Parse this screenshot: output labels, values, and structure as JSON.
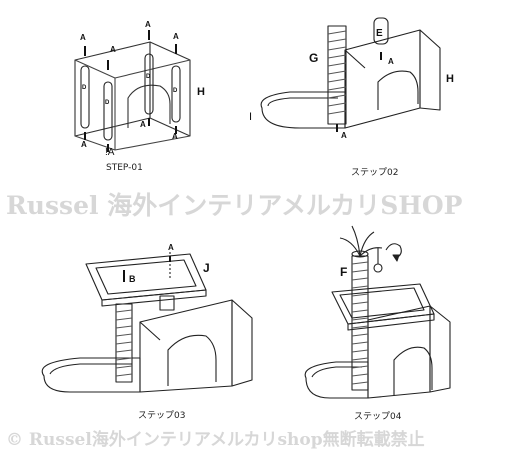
{
  "steps": [
    {
      "caption": "STEP-01"
    },
    {
      "caption": "ステップ02"
    },
    {
      "caption": "ステップ03"
    },
    {
      "caption": "ステップ04"
    }
  ],
  "labels": {
    "a": "A",
    "a_cursive": "!A",
    "d": "D",
    "h": "H",
    "g": "G",
    "e": "E",
    "i": "I",
    "b": "B",
    "j": "J",
    "f": "F"
  },
  "watermarks": {
    "center": "Russel 海外インテリアメルカリSHOP",
    "footer": "© Russel海外インテリアメルカリshop無断転載禁止"
  }
}
